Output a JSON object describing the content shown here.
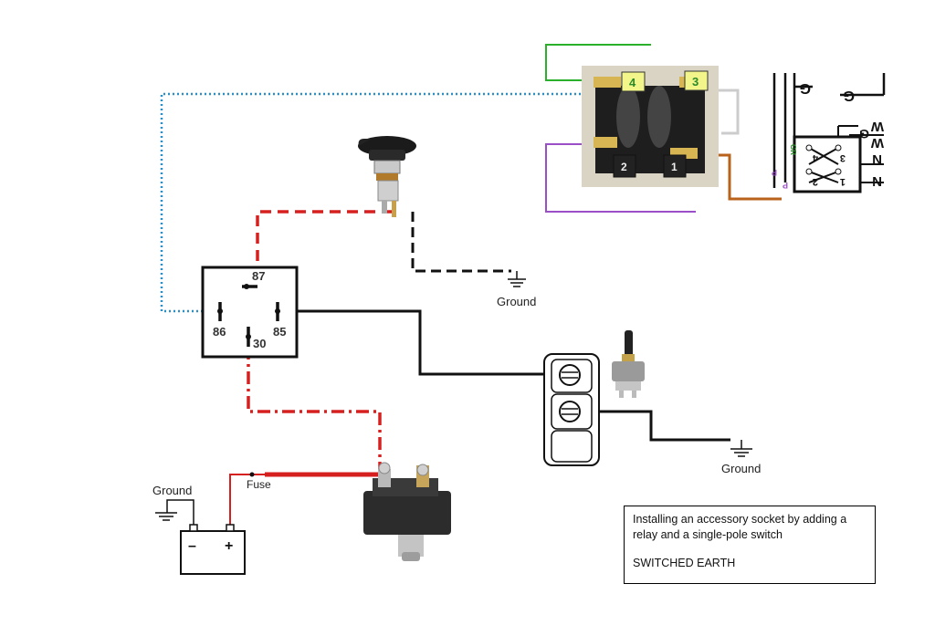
{
  "labels": {
    "ground_top": "Ground",
    "ground_right": "Ground",
    "ground_left": "Ground",
    "fuse": "Fuse"
  },
  "relay": {
    "pin_87": "87",
    "pin_86": "86",
    "pin_85": "85",
    "pin_30": "30"
  },
  "battery": {
    "minus": "–",
    "plus": "+"
  },
  "switch_photo": {
    "terminal_4": "4",
    "terminal_3": "3",
    "terminal_2": "2",
    "terminal_1": "1"
  },
  "schematic": {
    "g1": "G",
    "g2": "G",
    "g3": "G",
    "w1": "W",
    "w2": "W",
    "n1": "N",
    "n2": "N",
    "gr": "GR",
    "p1": "P",
    "p2": "P",
    "t4": "4",
    "t3": "3",
    "t2": "2",
    "t1": "1"
  },
  "caption": {
    "line1": "Installing an accessory socket by adding a relay and a single-pole  switch",
    "line2": "SWITCHED EARTH"
  },
  "colors": {
    "red_wire": "#d62020",
    "black_wire": "#111111",
    "blue_wire": "#2a8fc7",
    "green_wire": "#2bb02b",
    "purple_wire": "#9b4fc7",
    "brown_wire": "#b8621b",
    "grey_wire": "#cccccc",
    "label_yellow": "#f1f58a"
  }
}
